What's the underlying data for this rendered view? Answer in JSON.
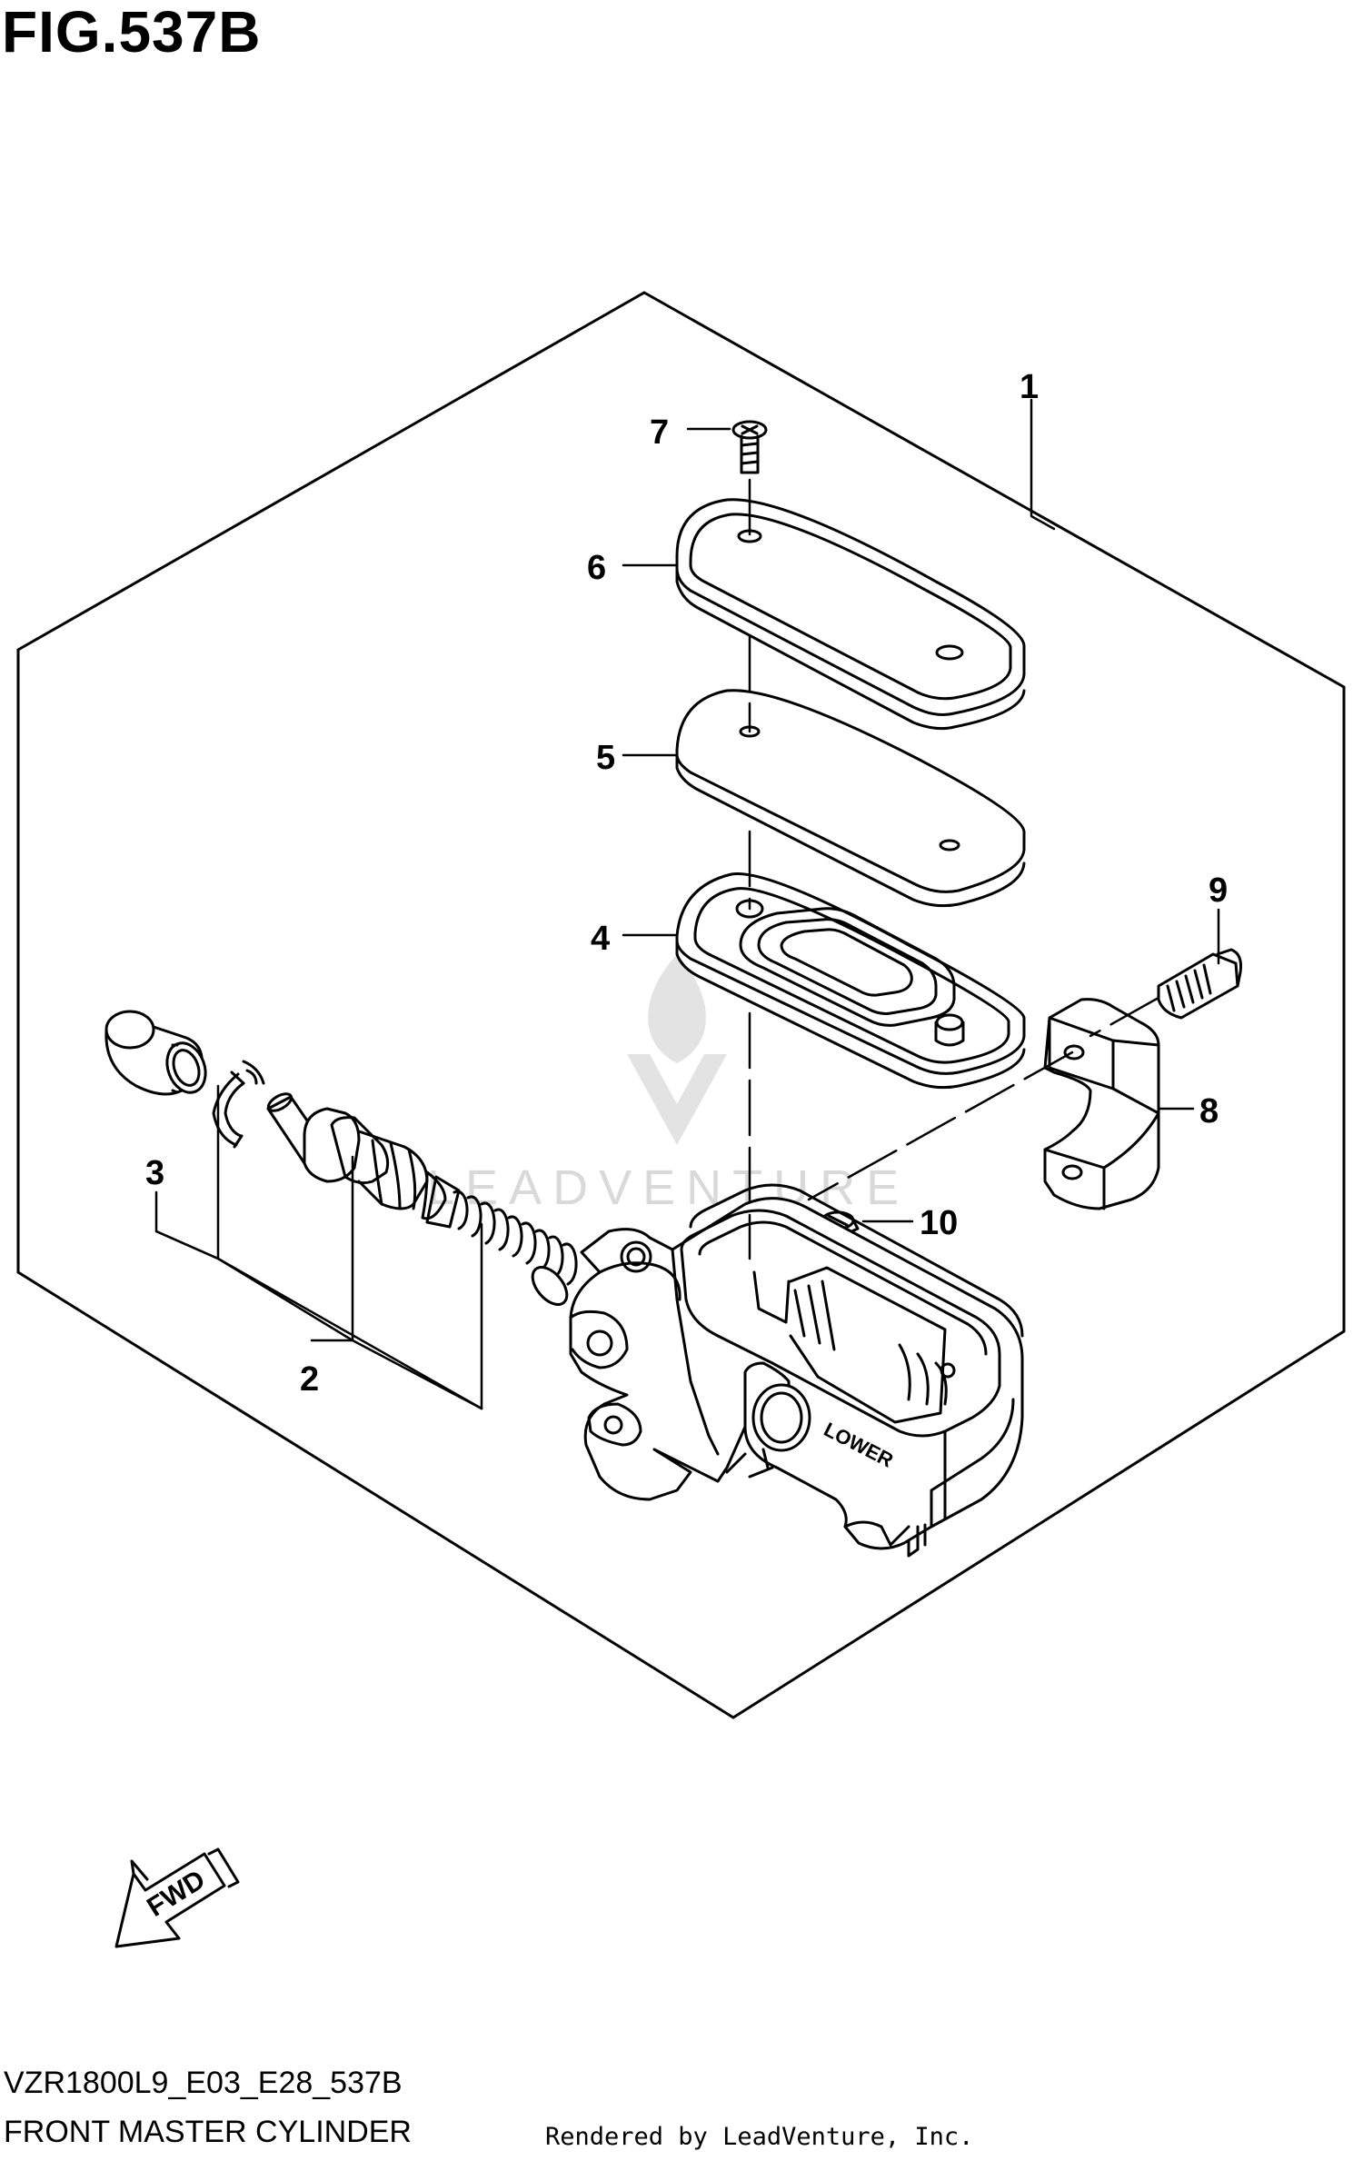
{
  "figure_title": "FIG.537B",
  "callouts": {
    "c1": "1",
    "c2": "2",
    "c3": "3",
    "c4": "4",
    "c5": "5",
    "c6": "6",
    "c7": "7",
    "c8": "8",
    "c9": "9",
    "c10": "10"
  },
  "part_stamp": "LOWER",
  "fwd_label": "FWD",
  "watermark": "LEADVENTURE",
  "footer": {
    "code": "VZR1800L9_E03_E28_537B",
    "name": "FRONT MASTER CYLINDER"
  },
  "credit": "Rendered by LeadVenture, Inc.",
  "colors": {
    "line": "#000000",
    "watermark": "#d9d9d9",
    "background": "#ffffff"
  }
}
